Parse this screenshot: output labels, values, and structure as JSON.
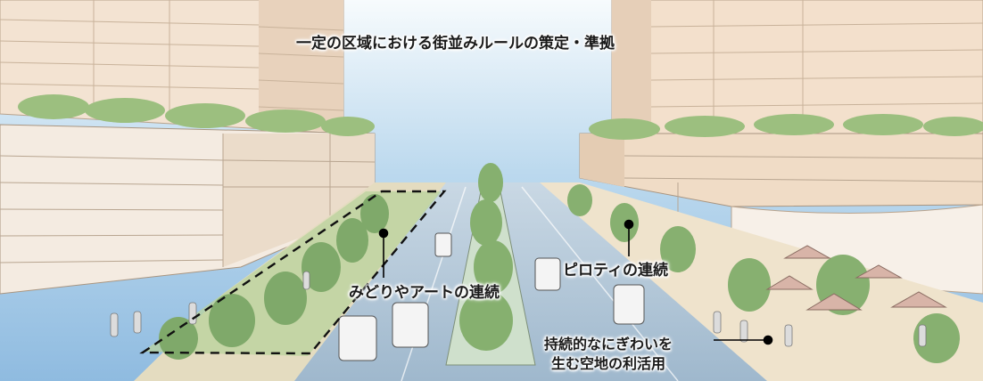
{
  "title": "一定の区域における街並みルールの策定・準拠",
  "annotations": {
    "greenery": "みどりやアートの連続",
    "piloti": "ピロティの連続",
    "open_space_line1": "持続的なにぎわいを",
    "open_space_line2": "生む空地の利活用"
  },
  "colors": {
    "sky": "#9cc6e6",
    "road": "#a9c2d6",
    "building": "#f1dfcb",
    "greenery": "#8fb477",
    "annotation_line": "#000000"
  }
}
